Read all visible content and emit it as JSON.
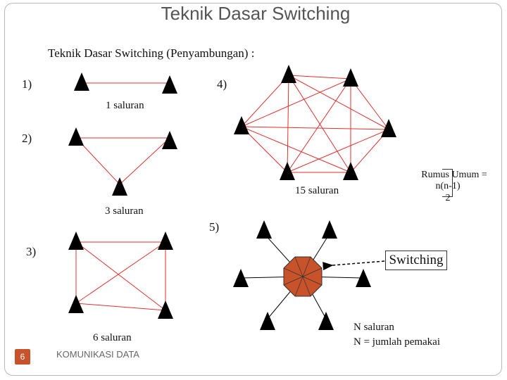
{
  "slide": {
    "title": "Teknik Dasar Switching",
    "subtitle": "Teknik Dasar Switching (Penyambungan) :",
    "footer": "KOMUNIKASI DATA",
    "page_number": "6"
  },
  "diagrams": {
    "d1": {
      "number": "1)",
      "caption": "1 saluran"
    },
    "d2": {
      "number": "2)",
      "caption": "3 saluran"
    },
    "d3": {
      "number": "3)",
      "caption": "6 saluran"
    },
    "d4": {
      "number": "4)",
      "caption": "15 saluran"
    },
    "d5": {
      "number": "5)",
      "switch_label": "Switching",
      "caption_line1": "N saluran",
      "caption_line2": "N = jumlah pemakai"
    }
  },
  "formula": {
    "line1": "Rumus Umum =",
    "line2": "n(n-1)",
    "line3": "2"
  },
  "colors": {
    "line": "#e03030",
    "node": "#000000",
    "switch_fill": "#c8522a",
    "page_badge": "#c8522a"
  }
}
